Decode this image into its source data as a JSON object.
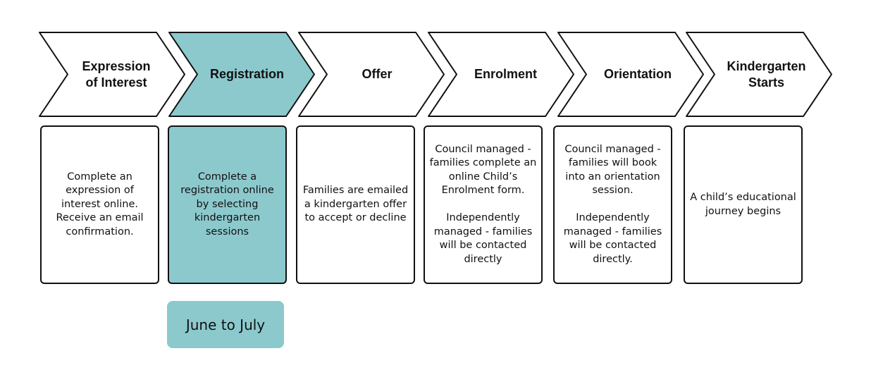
{
  "colors": {
    "active_fill": "#8cc9cd",
    "stroke": "#111111",
    "background": "#ffffff"
  },
  "steps": [
    {
      "title": "Expression\nof Interest",
      "active": false,
      "description": [
        "Complete an expression of interest online. Receive an email confirmation."
      ]
    },
    {
      "title": "Registration",
      "active": true,
      "description": [
        "Complete a registration online by selecting kindergarten sessions"
      ]
    },
    {
      "title": "Offer",
      "active": false,
      "description": [
        "Families are emailed a kindergarten offer to accept or decline"
      ]
    },
    {
      "title": "Enrolment",
      "active": false,
      "description": [
        "Council managed - families complete an online Child’s Enrolment form.",
        "Independently managed  - families will be contacted directly"
      ]
    },
    {
      "title": "Orientation",
      "active": false,
      "description": [
        "Council managed - families will book into an orientation session.",
        "Independently managed - families will be contacted directly."
      ]
    },
    {
      "title": "Kindergarten\nStarts",
      "active": false,
      "description": [
        "A child’s educational journey begins"
      ]
    }
  ],
  "timing": {
    "label": "June to July"
  }
}
